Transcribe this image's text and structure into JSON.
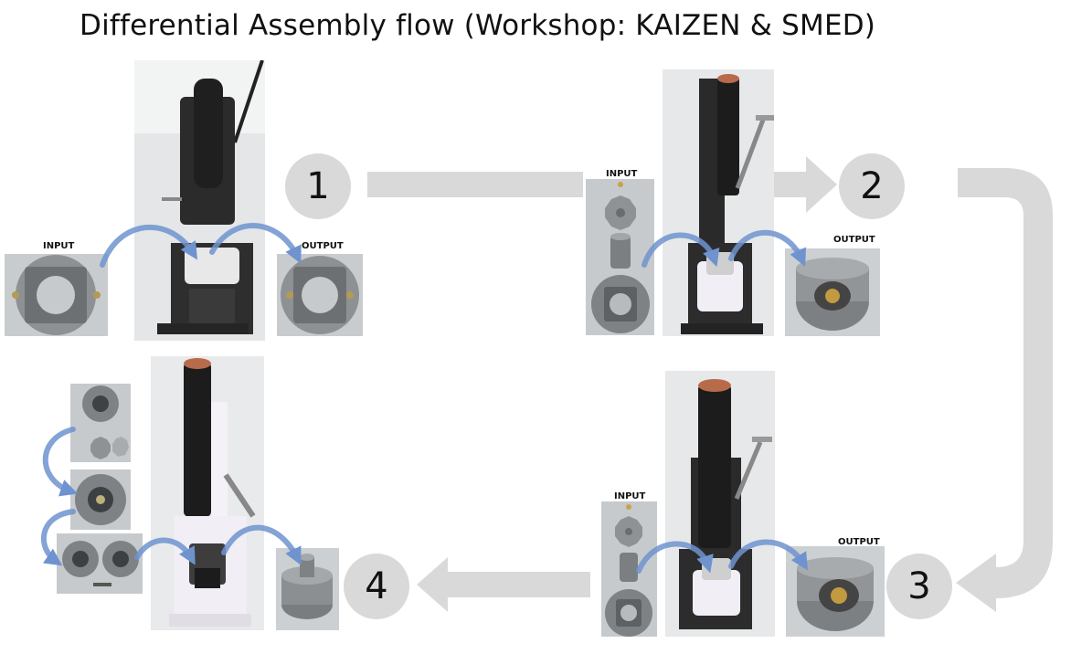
{
  "title": "Differential Assembly flow (Workshop: KAIZEN & SMED)",
  "steps": [
    {
      "number": "1",
      "input_label": "INPUT",
      "output_label": "OUTPUT"
    },
    {
      "number": "2",
      "input_label": "INPUT",
      "output_label": "OUTPUT"
    },
    {
      "number": "3",
      "input_label": "INPUT",
      "output_label": "OUTPUT"
    },
    {
      "number": "4"
    }
  ],
  "colors": {
    "flow_arrow": "#d9d9d9",
    "step_circle": "#d9d9d9",
    "curved_arrow": "#6f93cf",
    "press_body": "#2b2b2b",
    "part_grey": "#8a8d90"
  }
}
